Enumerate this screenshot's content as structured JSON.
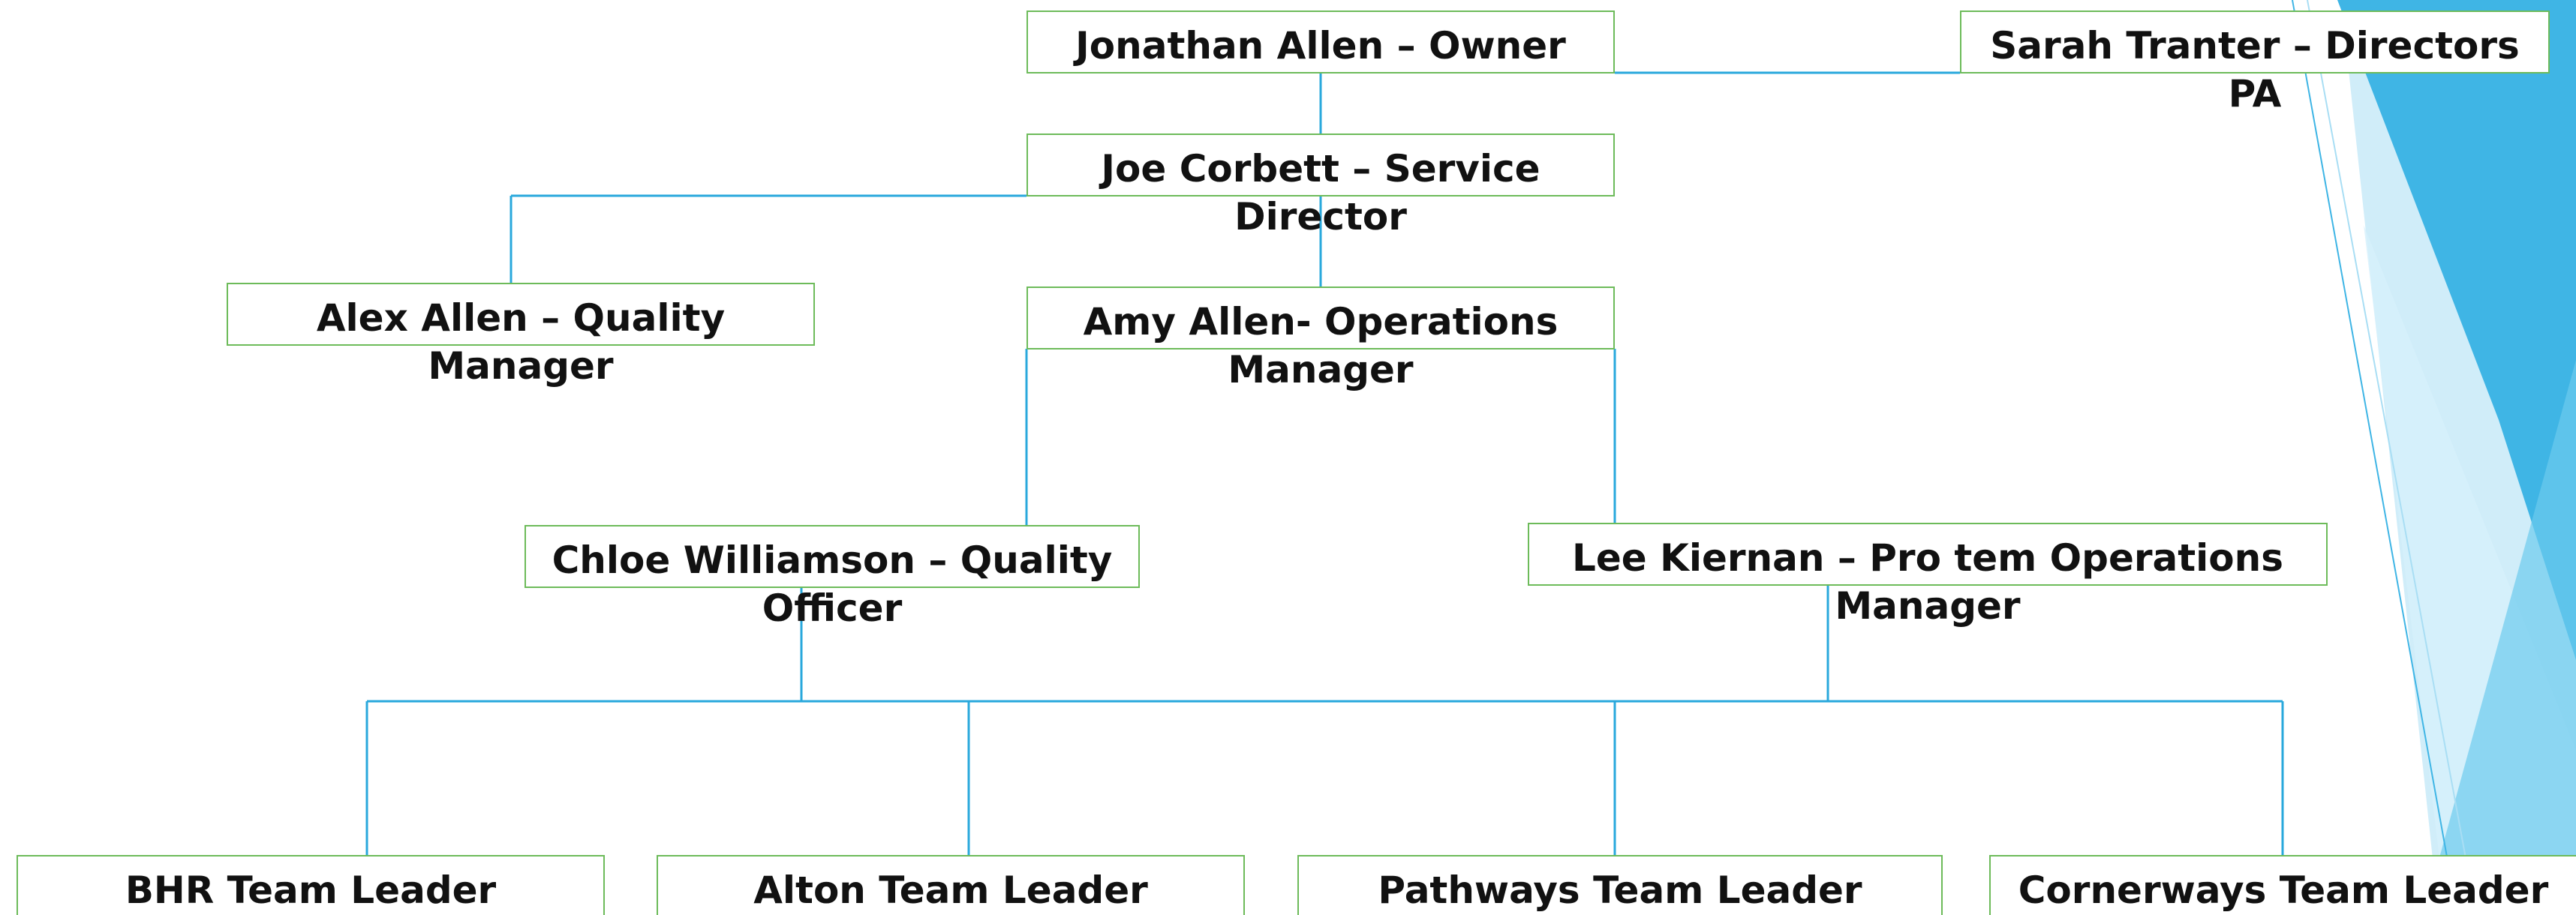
{
  "org_chart": {
    "nodes": {
      "owner": "Jonathan Allen – Owner",
      "pa": "Sarah Tranter – Directors PA",
      "service_director": "Joe Corbett – Service\nDirector",
      "quality_manager": "Alex Allen – Quality Manager",
      "operations_manager": "Amy Allen- Operations\nManager",
      "quality_officer": "Chloe Williamson – Quality\nOfficer",
      "pro_tem_ops": "Lee Kiernan – Pro tem Operations\nManager",
      "bhr": "BHR Team Leader",
      "alton": "Alton Team Leader",
      "pathways": "Pathways Team Leader",
      "cornerways": "Cornerways Team Leader"
    }
  },
  "colors": {
    "box_border": "#6dbb5a",
    "connector": "#29a8dc",
    "accent_dark": "#3fb5e5",
    "accent_light": "#a9def4",
    "text": "#111111"
  }
}
